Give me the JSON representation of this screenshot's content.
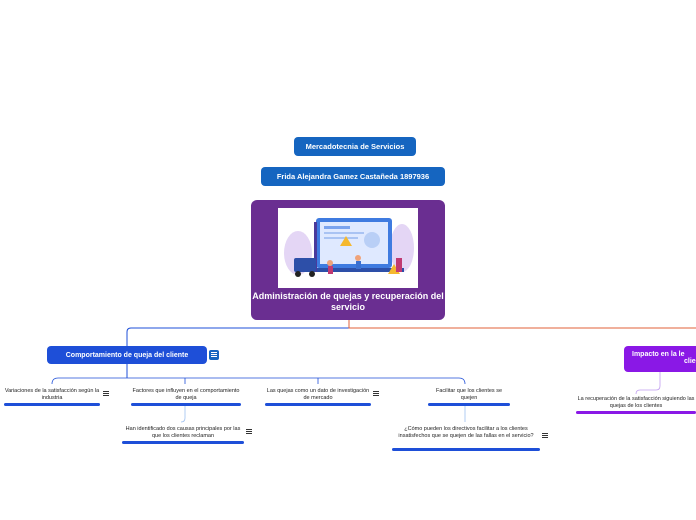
{
  "header": {
    "course": "Mercadotecnia de Servicios",
    "author": "Frida Alejandra Gamez Castañeda 1897936"
  },
  "central": {
    "title": "Administración de quejas y recuperación del servicio",
    "image_icon": "customer-complaint-illustration-icon"
  },
  "left_branch": {
    "label": "Comportamiento de queja del cliente",
    "color": "#1e4fd8",
    "children": [
      {
        "text": "Variaciones de la satisfacción según la industria"
      },
      {
        "text": "Factores que influyen en el comportamiento de queja"
      },
      {
        "text": "Las quejas como un dato de investigación de mercado"
      },
      {
        "text": "Facilitar que los clientes se quejen"
      }
    ],
    "grandchildren": [
      {
        "text": "Han identificado dos causas principales por las que los clientes reclaman"
      },
      {
        "text": "¿Cómo pueden los directivos facilitar a los clientes insatisfechos que se quejen de las fallas en el servicio?"
      }
    ]
  },
  "right_branch": {
    "label_line1": "Impacto en la le",
    "label_line2": "clien",
    "color": "#8a18e6",
    "children": [
      {
        "text": "La recuperación de la satisfacción siguiendo las quejas de los clientes"
      }
    ]
  },
  "colors": {
    "header_pill": "#1565c0",
    "central_card": "#6a2e91",
    "connector_left": "#1e4fd8",
    "connector_right": "#e0613a"
  }
}
